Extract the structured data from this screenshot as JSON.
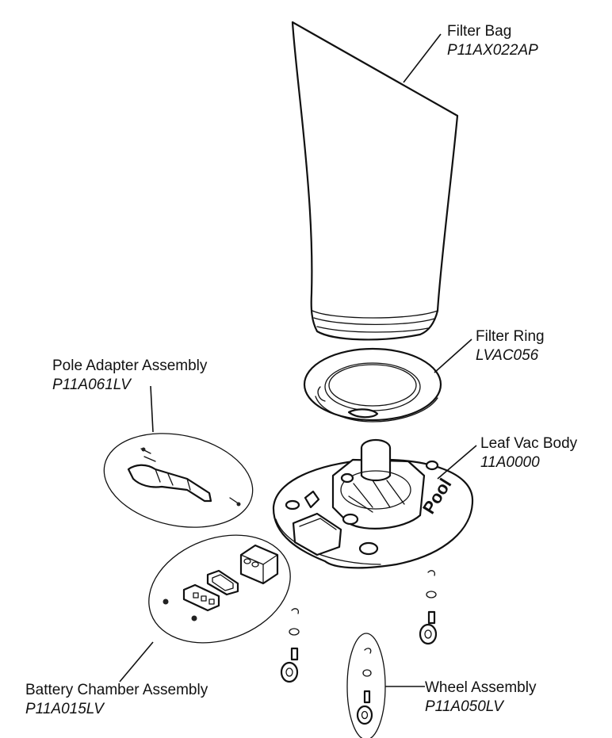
{
  "callouts": [
    {
      "id": "filter-bag",
      "title": "Filter Bag",
      "part_number": "P11AX022AP"
    },
    {
      "id": "filter-ring",
      "title": "Filter Ring",
      "part_number": "LVAC056"
    },
    {
      "id": "pole-adapter-assembly",
      "title": "Pole Adapter Assembly",
      "part_number": "P11A061LV"
    },
    {
      "id": "leaf-vac-body",
      "title": "Leaf Vac Body",
      "part_number": "11A0000"
    },
    {
      "id": "battery-chamber-assembly",
      "title": "Battery Chamber Assembly",
      "part_number": "P11A015LV"
    },
    {
      "id": "wheel-assembly",
      "title": "Wheel Assembly",
      "part_number": "P11A050LV"
    }
  ],
  "body_logo_text": "Pool"
}
